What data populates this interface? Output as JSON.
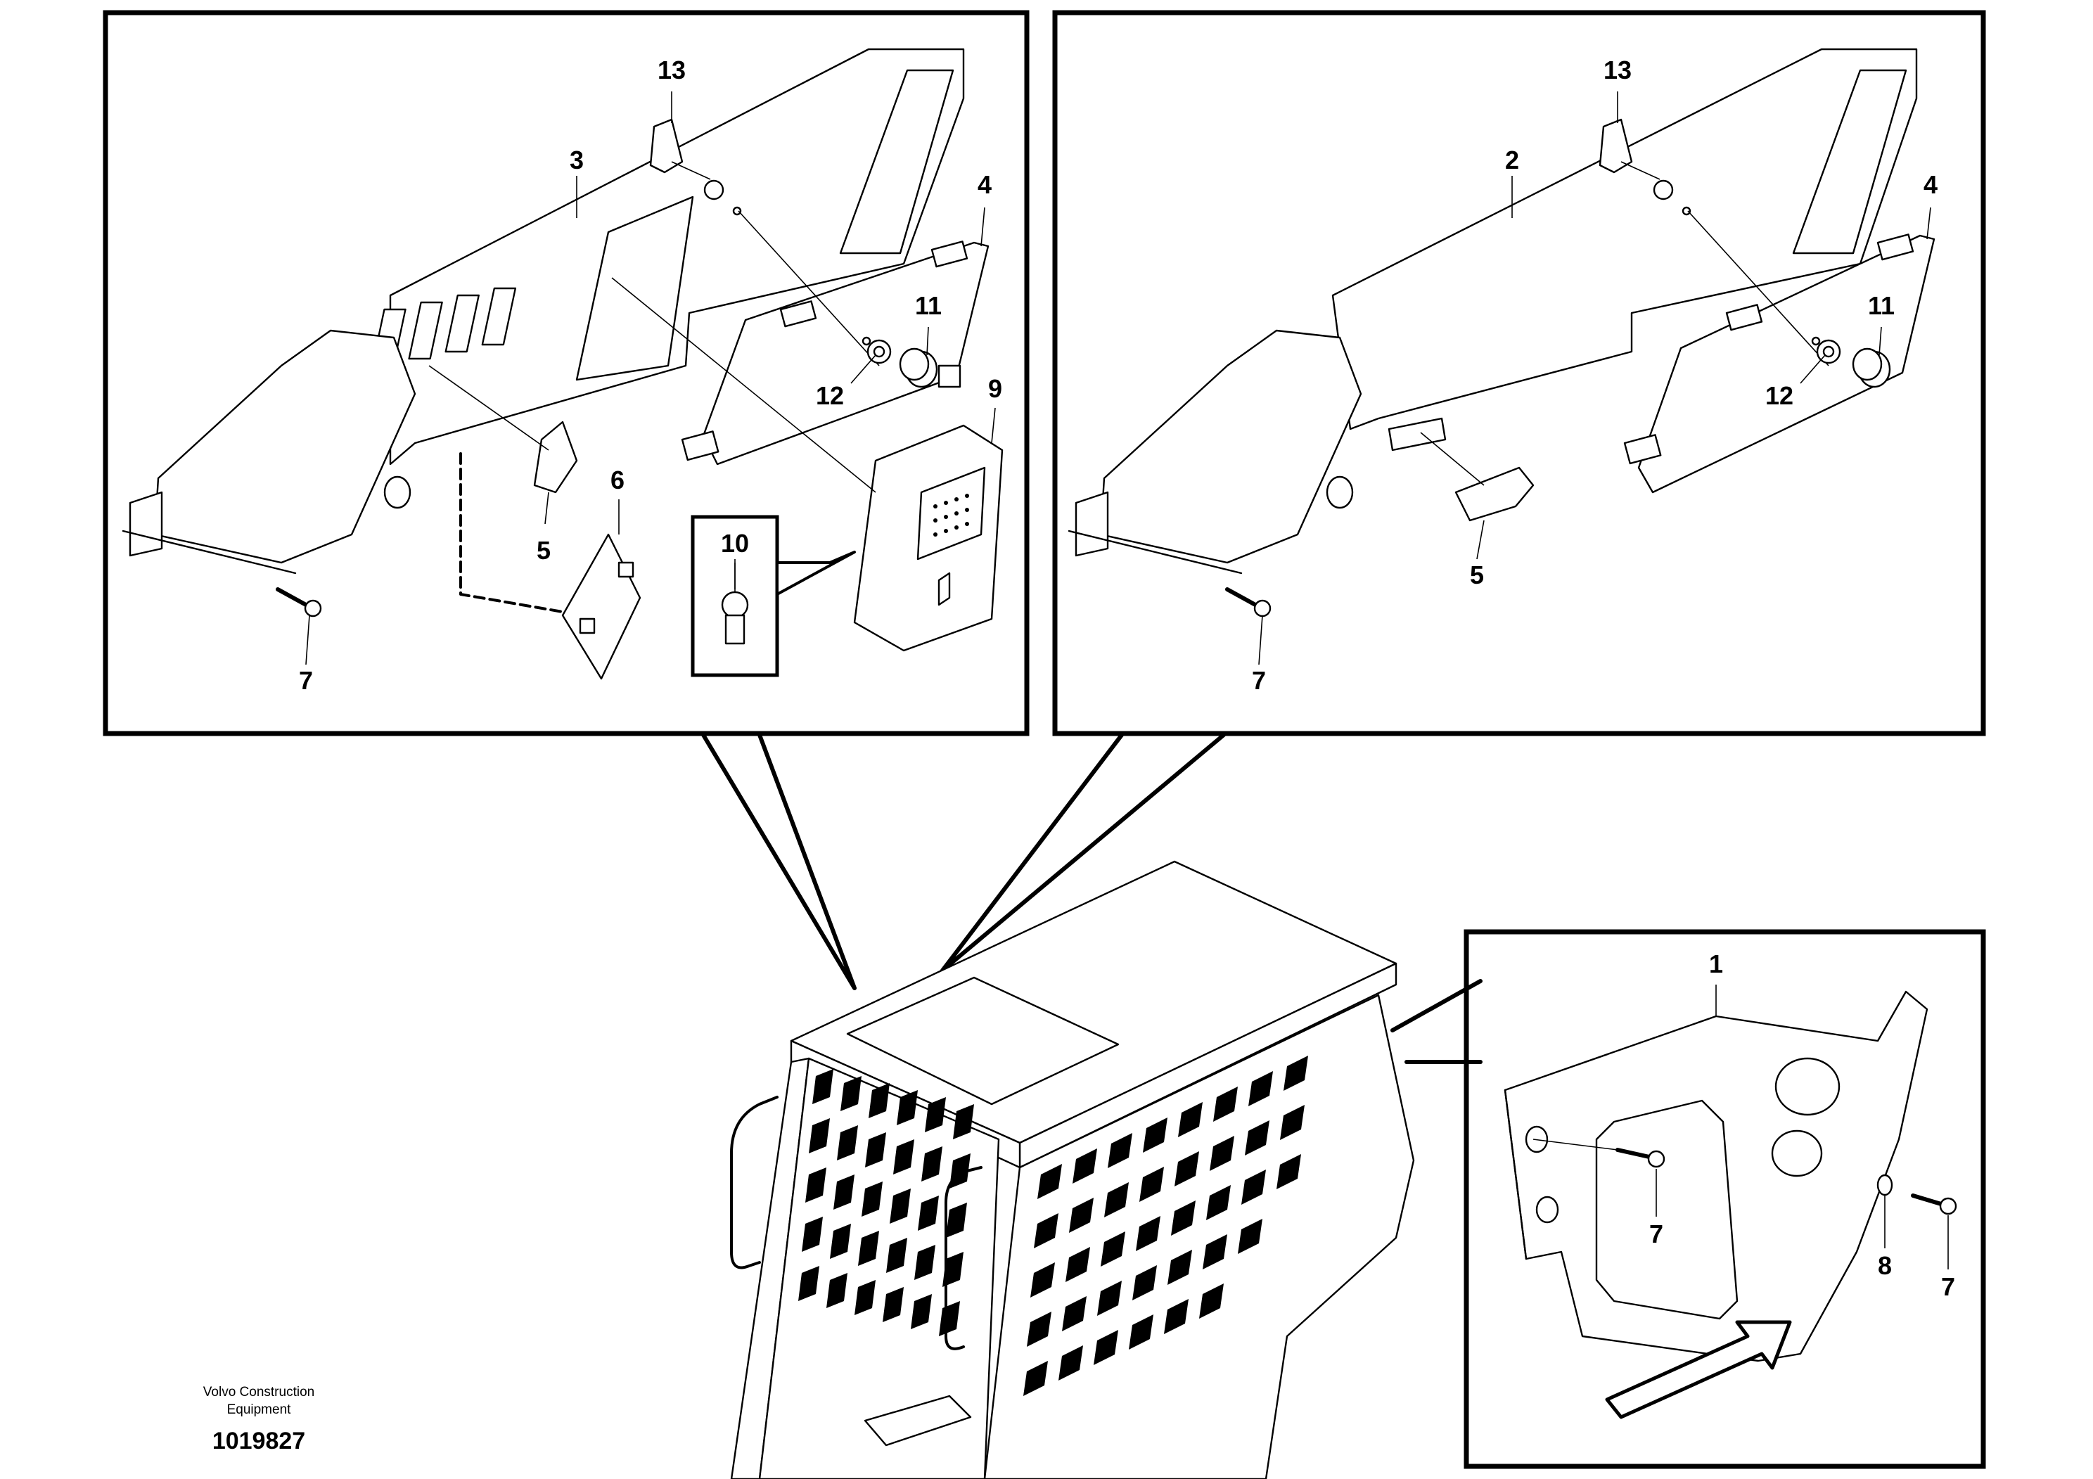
{
  "panels": {
    "top_left": {
      "labels": [
        "13",
        "3",
        "4",
        "11",
        "12",
        "9",
        "6",
        "5",
        "10",
        "7"
      ]
    },
    "top_right": {
      "labels": [
        "13",
        "2",
        "4",
        "11",
        "12",
        "5",
        "7"
      ]
    },
    "bottom_right": {
      "labels": [
        "1",
        "7",
        "8",
        "7"
      ]
    }
  },
  "caption": {
    "line1": "Volvo Construction",
    "line2": "Equipment"
  },
  "drawing_number": "1019827"
}
